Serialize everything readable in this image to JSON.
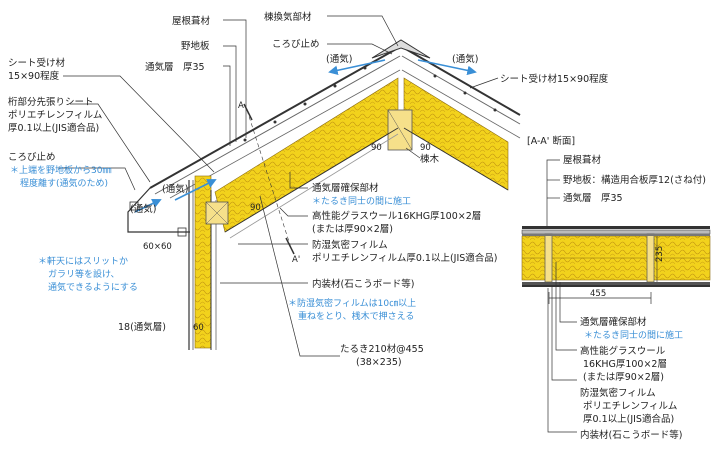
{
  "colors": {
    "insulation": "#f2d21c",
    "insulation_fiber": "#b98a10",
    "airflow": "#3a8fd6",
    "note": "#3a8fd6",
    "wood": "#f6e08a",
    "lines": "#333333"
  },
  "labels": {
    "roofing": "屋根葺材",
    "ridge_vent": "棟換気部材",
    "sheathing": "野地板",
    "eave_stop": "ころび止め",
    "vent_layer_35": "通気層　厚35",
    "sheet_support_l1": "シート受け材",
    "sheet_support_l2": "15×90程度",
    "sheet_support_right": "シート受け材15×90程度",
    "eave_sheet_l1": "桁部分先張りシート",
    "eave_sheet_l2": "ポリエチレンフィルム",
    "eave_sheet_l3": "厚0.1以上(JIS適合品)",
    "eave_stop2": "ころび止め",
    "note_eave_l1": "＊上端を野地板から30㎜",
    "note_eave_l2": "程度離す(通気のため)",
    "ridge_beam": "棟木",
    "airflow_left": "(通気)",
    "airflow_right": "(通気)",
    "airflow_mid": "(通気)",
    "airflow_eave": "(通気)",
    "dim_90a": "90",
    "dim_90b": "90",
    "dim_90c": "90",
    "dim_60x60": "60×60",
    "note_soffit_l1": "＊軒天にはスリットか",
    "note_soffit_l2": "ガラリ等を設け、",
    "note_soffit_l3": "通気できるようにする",
    "wall_vent": "18(通気層)",
    "wall_60": "60",
    "vent_keep": "通気層確保部材",
    "note_between_rafters": "＊たるき同士の間に施工",
    "glasswool_l1": "高性能グラスウール16KHG厚100×2層",
    "glasswool_l2": "(または厚90×2層)",
    "vapor_l1": "防湿気密フィルム",
    "vapor_l2": "ポリエチレンフィルム厚0.1以上(JIS適合品)",
    "interior": "内装材(石こうボード等)",
    "note_vapor_l1": "＊防湿気密フィルムは10㎝以上",
    "note_vapor_l2": "重ねをとり、桟木で押さえる",
    "rafter_l1": "たるき210材@455",
    "rafter_l2": "(38×235)",
    "section_mark_a": "A",
    "section_mark_a2": "A'"
  },
  "section": {
    "title": "[A-A' 断面]",
    "roofing": "屋根葺材",
    "sheathing": "野地板：構造用合板厚12(さね付)",
    "vent": "通気層　厚35",
    "dim_235": "235",
    "dim_455": "455",
    "vent_keep": "通気層確保部材",
    "note_between": "＊たるき同士の間に施工",
    "gw_l1": "高性能グラスウール",
    "gw_l2": "16KHG厚100×2層",
    "gw_l3": "(または厚90×2層)",
    "vf_l1": "防湿気密フィルム",
    "vf_l2": "ポリエチレンフィルム",
    "vf_l3": "厚0.1以上(JIS適合品)",
    "interior": "内装材(石こうボード等)"
  }
}
